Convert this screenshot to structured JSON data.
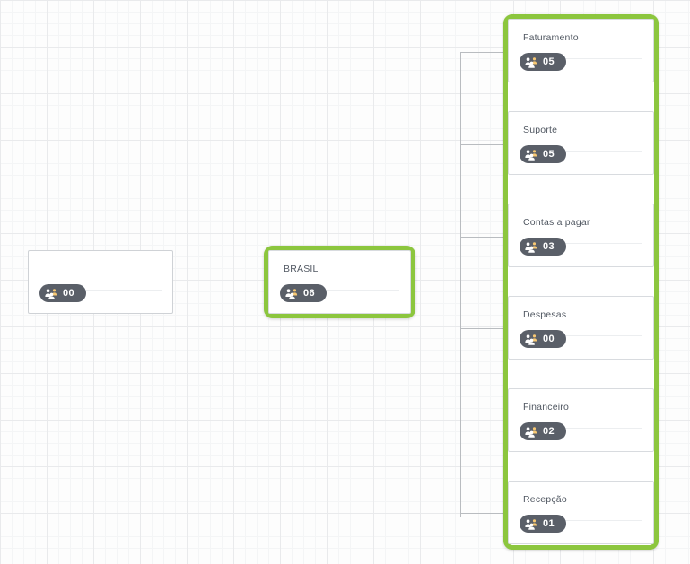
{
  "canvas": {
    "name": "org-chart-canvas",
    "grid": true,
    "background": "#fdfdfd",
    "grid_color_minor": "#f4f5f6",
    "grid_color_major": "#e9eaec"
  },
  "colors": {
    "selection_green": "#8cc63e",
    "badge_background": "#5a5f68",
    "badge_text": "#ffffff",
    "card_border": "#cfd2d6",
    "connector": "#b9bcc0",
    "title_text": "#515862"
  },
  "icons": {
    "members": "users-group-icon"
  },
  "root_node": {
    "title": "",
    "member_count": "00",
    "selected": false
  },
  "country_node": {
    "title": "BRASIL",
    "member_count": "06",
    "selected": true
  },
  "departments": [
    {
      "title": "Faturamento",
      "member_count": "05"
    },
    {
      "title": "Suporte",
      "member_count": "05"
    },
    {
      "title": "Contas a pagar",
      "member_count": "03"
    },
    {
      "title": "Despesas",
      "member_count": "00"
    },
    {
      "title": "Financeiro",
      "member_count": "02"
    },
    {
      "title": "Recepção",
      "member_count": "01"
    }
  ]
}
